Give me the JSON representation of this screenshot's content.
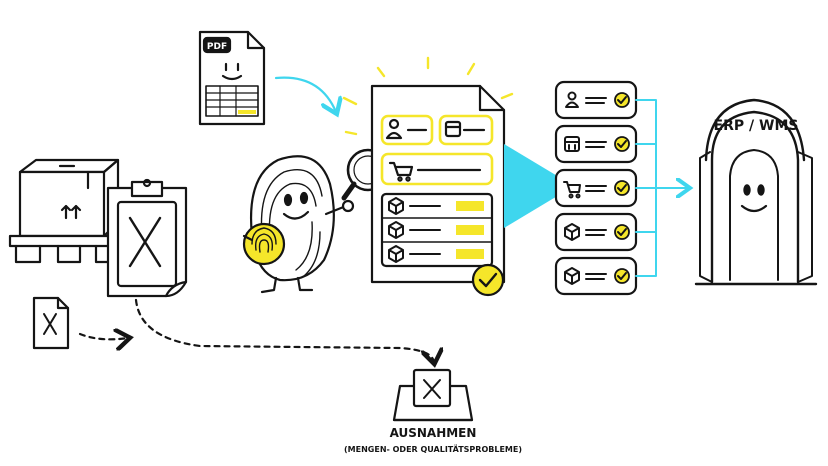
{
  "pdf_badge": "PDF",
  "erp_label": "ERP / WMS",
  "exceptions_title": "AUSNAHMEN",
  "exceptions_subtitle": "(MENGEN- ODER QUALITÄTSPROBLEME)",
  "accent_yellow": "#f5e62a",
  "accent_cyan": "#3fd6ee",
  "ink": "#151515",
  "document_fields": [
    "person-icon",
    "calendar-icon",
    "cart-icon"
  ],
  "document_line_items": 3,
  "output_cards": [
    {
      "icon": "person-icon"
    },
    {
      "icon": "calendar-icon"
    },
    {
      "icon": "cart-icon"
    },
    {
      "icon": "box-icon"
    },
    {
      "icon": "box-icon"
    }
  ]
}
